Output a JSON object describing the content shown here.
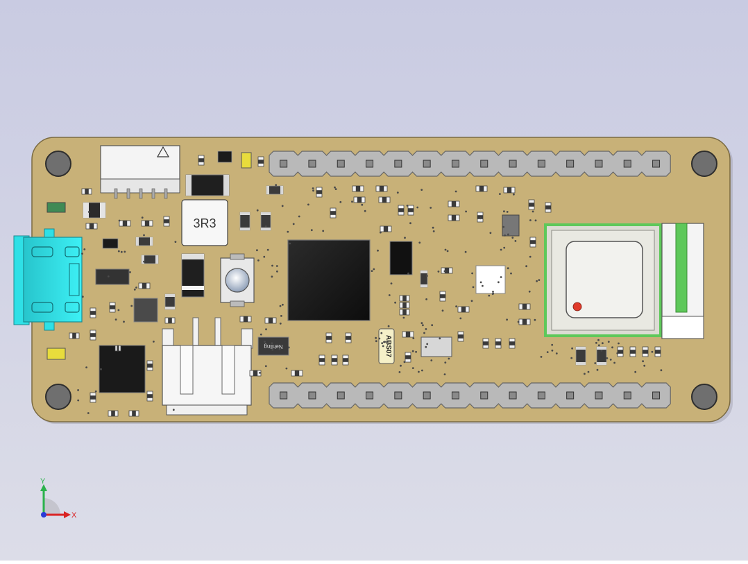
{
  "viewport": {
    "background_top": "#c9cbe2",
    "background_bottom": "#dcdde8"
  },
  "board": {
    "pcb_color": "#c8b178",
    "pcb_edge_color": "#7a6a42",
    "header_pin_count": 14,
    "inductor_marking": "3R3",
    "chip_marking_upper": "ABS07",
    "chip_marking_lower": "Nehling",
    "usb_connector_color": "#2fe0e6",
    "module_outline_color": "#5ec85a",
    "led_color": "#e8dc3c",
    "indicator_dot_color": "#e03a2a"
  },
  "triad": {
    "y_label": "Y",
    "x_label": "X",
    "y_color": "#2bb24c",
    "x_color": "#d92323",
    "z_color": "#2a3bd6"
  }
}
